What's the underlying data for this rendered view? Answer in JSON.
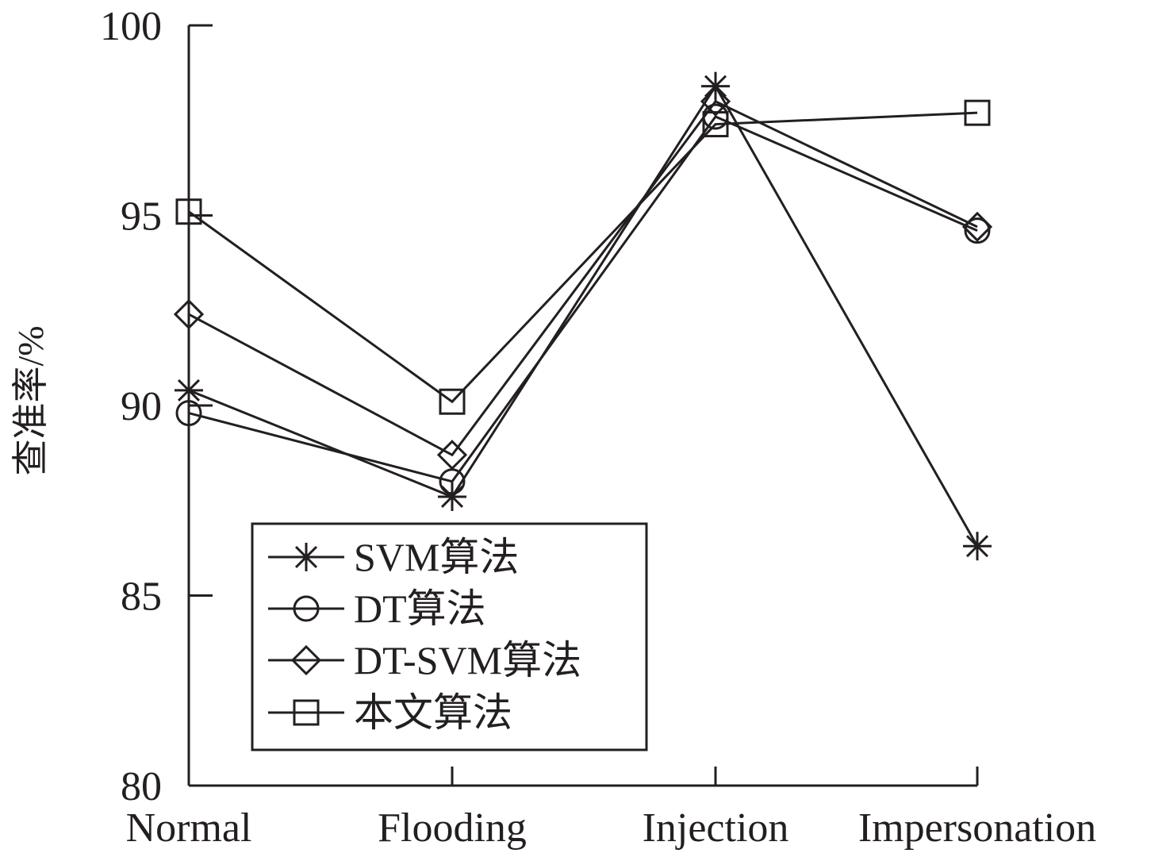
{
  "chart_data": {
    "type": "line",
    "title": "",
    "xlabel": "",
    "ylabel": "查准率/%",
    "categories": [
      "Normal",
      "Flooding",
      "Injection",
      "Impersonation"
    ],
    "ylim": [
      80,
      100
    ],
    "yticks": [
      80,
      85,
      90,
      95,
      100
    ],
    "grid": false,
    "legend_position": "bottom-left",
    "line_color": "#231f20",
    "series": [
      {
        "name": "SVM算法",
        "marker": "asterisk",
        "values": [
          90.4,
          87.6,
          98.4,
          86.3
        ]
      },
      {
        "name": "DT算法",
        "marker": "circle",
        "values": [
          89.8,
          88.0,
          97.6,
          94.6
        ]
      },
      {
        "name": "DT-SVM算法",
        "marker": "diamond",
        "values": [
          92.4,
          88.7,
          98.0,
          94.7
        ]
      },
      {
        "name": "本文算法",
        "marker": "square",
        "values": [
          95.1,
          90.1,
          97.4,
          97.7
        ]
      }
    ]
  }
}
